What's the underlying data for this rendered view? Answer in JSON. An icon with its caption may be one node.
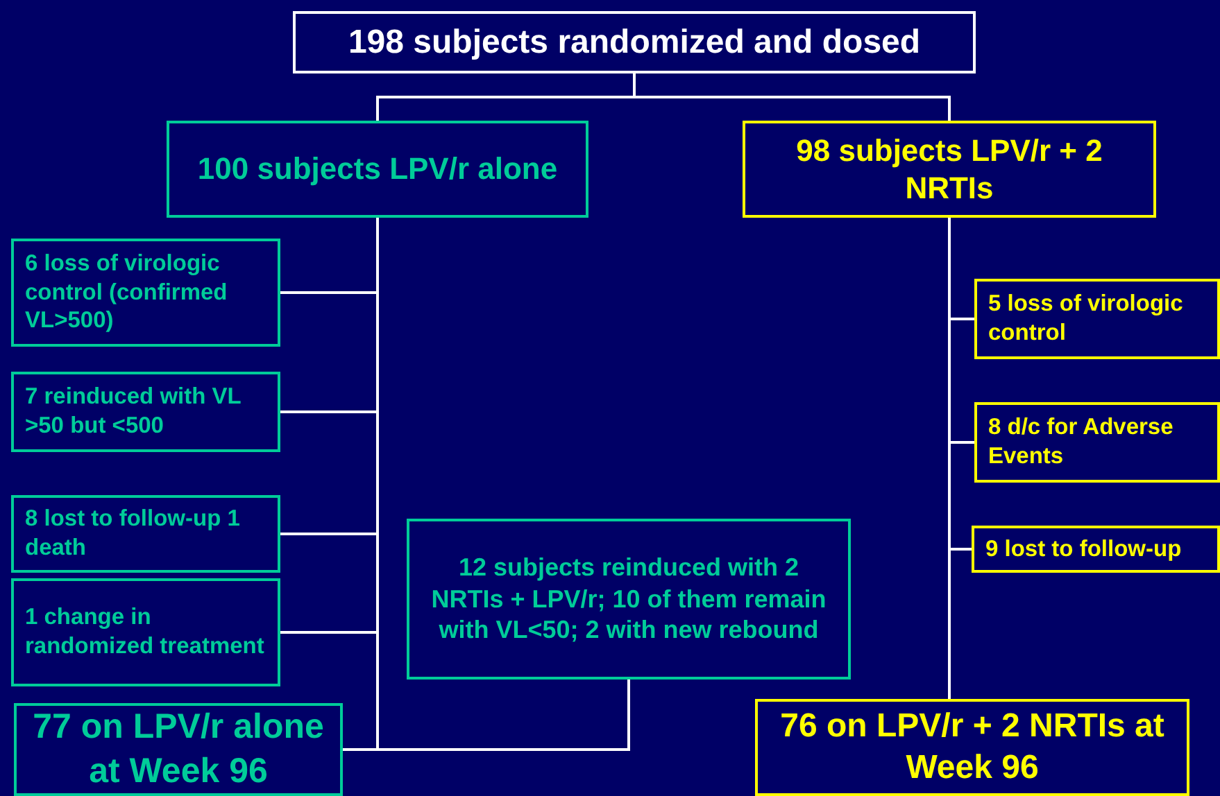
{
  "diagram": {
    "nodes": [
      {
        "text": [
          "198 subjects randomized and dosed"
        ]
      },
      {
        "text": [
          "100 subjects LPV/r alone"
        ]
      },
      {
        "text": [
          "98 subjects LPV/r + 2 NRTIs"
        ]
      },
      {
        "text": [
          "6  loss of virologic control (confirmed VL>500)"
        ]
      },
      {
        "text": [
          "7 reinduced with VL >50 but <500"
        ]
      },
      {
        "text": [
          "8 lost to follow-up 1 death"
        ]
      },
      {
        "text": [
          "1 change in randomized treatment"
        ]
      },
      {
        "text": [
          "12 subjects reinduced with 2 NRTIs + LPV/r; 10 of them remain with VL<50; 2 with new rebound"
        ]
      },
      {
        "text": [
          "77 on LPV/r alone at Week 96"
        ]
      },
      {
        "text": [
          "5 loss of virologic control"
        ]
      },
      {
        "text": [
          "8 d/c for Adverse Events"
        ]
      },
      {
        "text": [
          "9 lost to follow-up"
        ]
      },
      {
        "text": [
          "76 on LPV/r + 2 NRTIs at Week 96"
        ]
      }
    ],
    "edges": [
      {
        "from": 0,
        "to": 1,
        "arrow": "none"
      },
      {
        "from": 0,
        "to": 2,
        "arrow": "none"
      },
      {
        "from": 1,
        "to": 3,
        "arrow": "none"
      },
      {
        "from": 1,
        "to": 4,
        "arrow": "none"
      },
      {
        "from": 1,
        "to": 5,
        "arrow": "none"
      },
      {
        "from": 1,
        "to": 6,
        "arrow": "none"
      },
      {
        "from": 1,
        "to": 8,
        "arrow": "none"
      },
      {
        "from": 7,
        "to": 8,
        "arrow": "none"
      },
      {
        "from": 2,
        "to": 9,
        "arrow": "none"
      },
      {
        "from": 2,
        "to": 10,
        "arrow": "none"
      },
      {
        "from": 2,
        "to": 11,
        "arrow": "none"
      },
      {
        "from": 2,
        "to": 12,
        "arrow": "none"
      }
    ]
  }
}
